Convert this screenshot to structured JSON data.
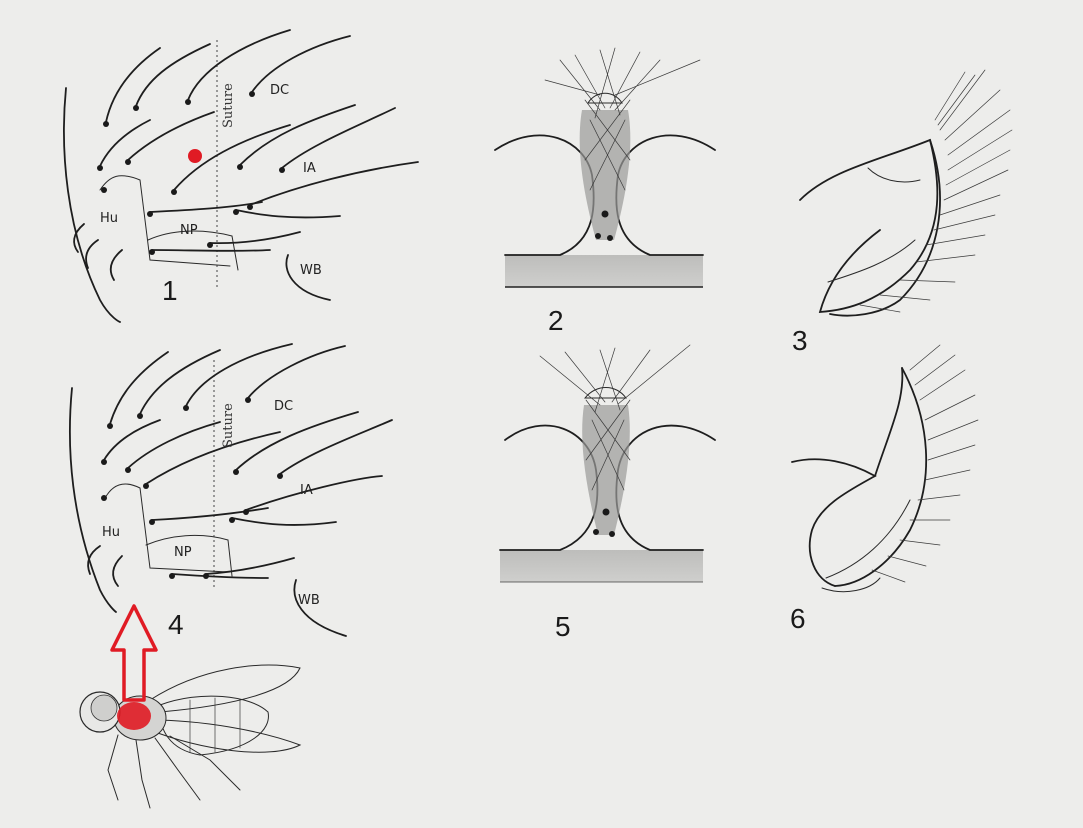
{
  "figure": {
    "panels": [
      {
        "number": "1",
        "labels": {
          "dc": "DC",
          "suture": "Suture",
          "ia": "IA",
          "hu": "Hu",
          "np": "NP",
          "wb": "WB"
        }
      },
      {
        "number": "2"
      },
      {
        "number": "3"
      },
      {
        "number": "4",
        "labels": {
          "dc": "DC",
          "suture": "Suture",
          "ia": "IA",
          "hu": "Hu",
          "np": "NP",
          "wb": "WB"
        }
      },
      {
        "number": "5"
      },
      {
        "number": "6"
      }
    ],
    "highlight_color": "#e01b24",
    "pointer_icon": "arrow-up-icon"
  }
}
